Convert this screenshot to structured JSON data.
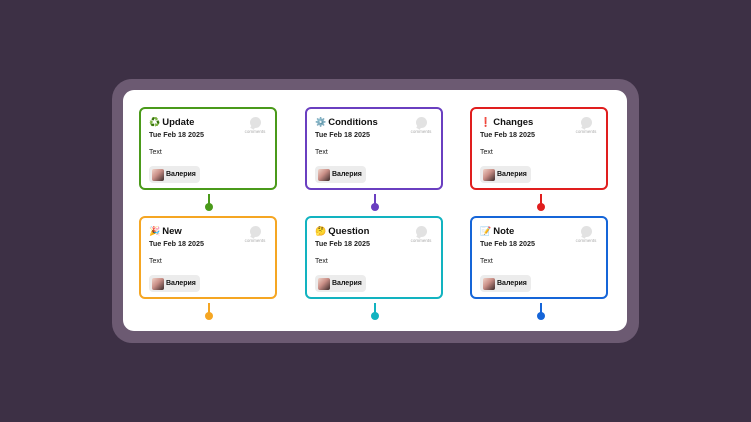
{
  "cards": [
    {
      "id": "update",
      "emoji": "♻️",
      "title": "Update",
      "date": "Tue Feb 18 2025",
      "text": "Text",
      "comments_label": "comments",
      "author": "Валерия",
      "color": "#4a9a1a"
    },
    {
      "id": "conditions",
      "emoji": "⚙️",
      "title": "Conditions",
      "date": "Tue Feb 18 2025",
      "text": "Text",
      "comments_label": "comments",
      "author": "Валерия",
      "color": "#6a3fc0"
    },
    {
      "id": "changes",
      "emoji": "❗",
      "title": "Changes",
      "date": "Tue Feb 18 2025",
      "text": "Text",
      "comments_label": "comments",
      "author": "Валерия",
      "color": "#e01e1e"
    },
    {
      "id": "new",
      "emoji": "🎉",
      "title": "New",
      "date": "Tue Feb 18 2025",
      "text": "Text",
      "comments_label": "comments",
      "author": "Валерия",
      "color": "#f5a623"
    },
    {
      "id": "question",
      "emoji": "🤔",
      "title": "Question",
      "date": "Tue Feb 18 2025",
      "text": "Text",
      "comments_label": "comments",
      "author": "Валерия",
      "color": "#12b3c0"
    },
    {
      "id": "note",
      "emoji": "📝",
      "title": "Note",
      "date": "Tue Feb 18 2025",
      "text": "Text",
      "comments_label": "comments",
      "author": "Валерия",
      "color": "#1565d8"
    }
  ]
}
